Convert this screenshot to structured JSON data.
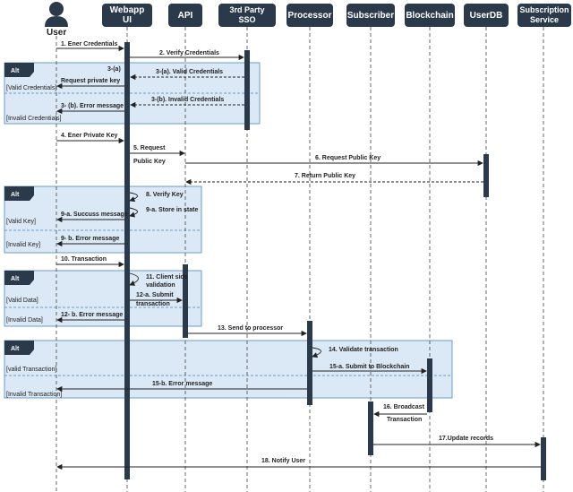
{
  "user_label": "User",
  "participants": [
    {
      "id": "webapp",
      "label": "Webapp UI"
    },
    {
      "id": "api",
      "label": "API"
    },
    {
      "id": "sso",
      "label": "3rd Party SSO"
    },
    {
      "id": "processor",
      "label": "Processor"
    },
    {
      "id": "subscriber",
      "label": "Subscriber"
    },
    {
      "id": "blockchain",
      "label": "Blockchain"
    },
    {
      "id": "userdb",
      "label": "UserDB"
    },
    {
      "id": "subservice",
      "label": "Subscription Service"
    }
  ],
  "fragments": [
    {
      "title": "Alt",
      "guards": [
        "[Valid Credentials]",
        "[Invalid Credentials]"
      ]
    },
    {
      "title": "Alt",
      "guards": [
        "[Valid Key]",
        "[Invalid Key]"
      ]
    },
    {
      "title": "Alt",
      "guards": [
        "[Valid Data]",
        "[Invalid Data]"
      ]
    },
    {
      "title": "Alt",
      "guards": [
        "[valid Transaction]",
        "[Invalid Transaction]"
      ]
    }
  ],
  "messages": [
    {
      "id": "m1",
      "text": "1. Ener Credentials"
    },
    {
      "id": "m2",
      "text": "2. Verify Credentials"
    },
    {
      "id": "m3a_top",
      "text": "3-(a)"
    },
    {
      "id": "m3a_resp",
      "text": "3-(a). Valid Credentials"
    },
    {
      "id": "m3a_req",
      "text": "Request private key"
    },
    {
      "id": "m3b_resp",
      "text": "3-(b). Invalid Credentials"
    },
    {
      "id": "m3b_err",
      "text": "3- (b). Error message"
    },
    {
      "id": "m4",
      "text": "4. Ener Private Key"
    },
    {
      "id": "m5a",
      "text": "5. Request"
    },
    {
      "id": "m5b",
      "text": "Public  Key"
    },
    {
      "id": "m6",
      "text": "6. Request Public Key"
    },
    {
      "id": "m7",
      "text": "7. Return Public Key"
    },
    {
      "id": "m8",
      "text": "8. Verify Key"
    },
    {
      "id": "m9a_store",
      "text": "9-a. Store in state"
    },
    {
      "id": "m9a",
      "text": "9-a. Succuss message"
    },
    {
      "id": "m9b",
      "text": "9- b. Error message"
    },
    {
      "id": "m10",
      "text": "10. Transaction"
    },
    {
      "id": "m11a",
      "text": "11. Client side"
    },
    {
      "id": "m11b",
      "text": "validation"
    },
    {
      "id": "m12a1",
      "text": "12-a. Submit"
    },
    {
      "id": "m12a2",
      "text": "transaction"
    },
    {
      "id": "m12b",
      "text": "12- b. Error message"
    },
    {
      "id": "m13",
      "text": "13. Send to processor"
    },
    {
      "id": "m14",
      "text": "14. Validate transaction"
    },
    {
      "id": "m15a",
      "text": "15-a. Submit to Blockchain"
    },
    {
      "id": "m15b",
      "text": "15-b. Error message"
    },
    {
      "id": "m16a",
      "text": "16. Broadcast"
    },
    {
      "id": "m16b",
      "text": "Transaction"
    },
    {
      "id": "m17",
      "text": "17.Update records"
    },
    {
      "id": "m18",
      "text": "18. Notify User"
    }
  ],
  "colors": {
    "header": "#2b3a4a",
    "fragment_fill": "#dbe8f5",
    "fragment_border": "#6d9cc8",
    "activation": "#2b3a4a",
    "line": "#222222"
  }
}
